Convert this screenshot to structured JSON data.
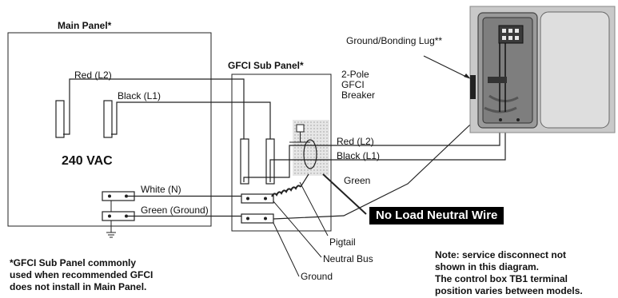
{
  "main_panel": {
    "title": "Main Panel*",
    "voltage": "240 VAC",
    "wire_red": "Red (L2)",
    "wire_black": "Black (L1)",
    "wire_white": "White (N)",
    "wire_ground": "Green (Ground)"
  },
  "sub_panel": {
    "title": "GFCI Sub Panel*",
    "breaker_label": [
      "2-Pole",
      "GFCI",
      "Breaker"
    ],
    "wire_red": "Red (L2)",
    "wire_black": "Black (L1)",
    "wire_green": "Green",
    "pigtail": "Pigtail",
    "neutral_bus": "Neutral Bus",
    "ground": "Ground"
  },
  "control_box": {
    "lug_label": "Ground/Bonding Lug**"
  },
  "callout": "No Load Neutral Wire",
  "footnote_gfci": [
    "*GFCI Sub Panel commonly",
    "used when recommended GFCI",
    "does not install in Main Panel."
  ],
  "note": [
    "Note: service disconnect not",
    "shown in this diagram.",
    "The control box TB1 terminal",
    "position varies between models."
  ]
}
